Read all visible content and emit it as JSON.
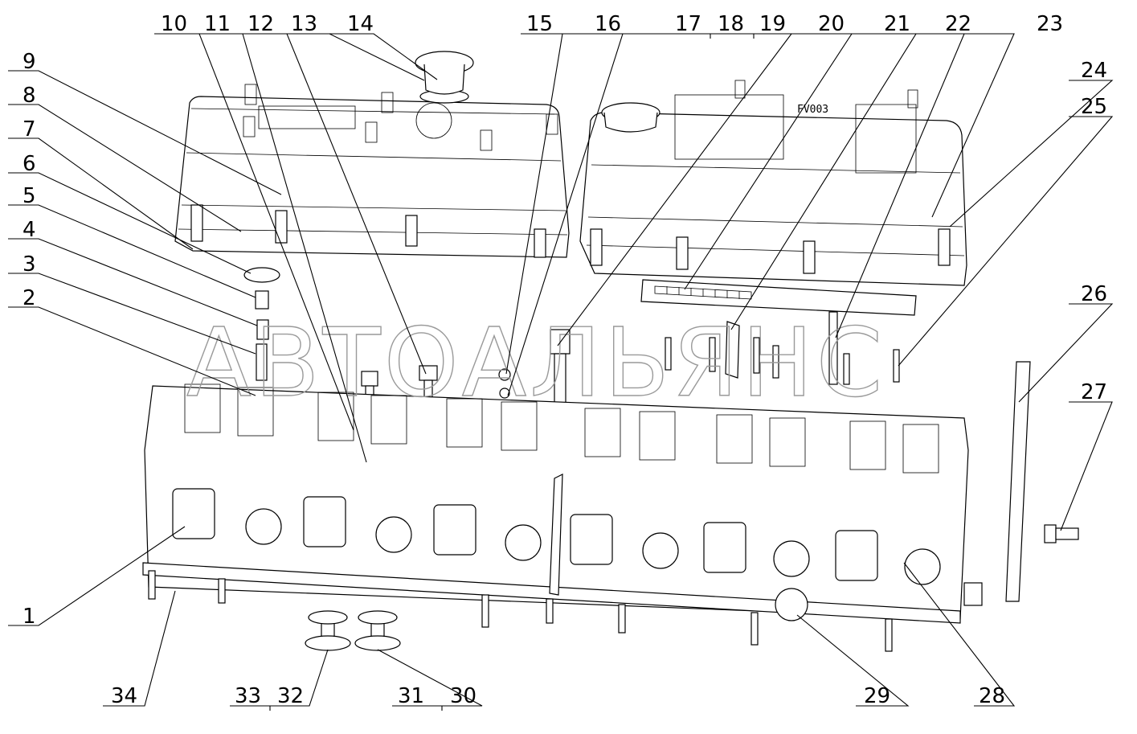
{
  "watermark": "АВТОАЛЬЯНС",
  "cover_marking": "FV003",
  "callouts": [
    {
      "id": "c1",
      "text": "1"
    },
    {
      "id": "c2",
      "text": "2"
    },
    {
      "id": "c3",
      "text": "3"
    },
    {
      "id": "c4",
      "text": "4"
    },
    {
      "id": "c5",
      "text": "5"
    },
    {
      "id": "c6",
      "text": "6"
    },
    {
      "id": "c7",
      "text": "7"
    },
    {
      "id": "c8",
      "text": "8"
    },
    {
      "id": "c9",
      "text": "9"
    },
    {
      "id": "c10",
      "text": "10"
    },
    {
      "id": "c11",
      "text": "11"
    },
    {
      "id": "c12",
      "text": "12"
    },
    {
      "id": "c13",
      "text": "13"
    },
    {
      "id": "c14",
      "text": "14"
    },
    {
      "id": "c15",
      "text": "15"
    },
    {
      "id": "c16",
      "text": "16"
    },
    {
      "id": "c17",
      "text": "17"
    },
    {
      "id": "c18",
      "text": "18"
    },
    {
      "id": "c19",
      "text": "19"
    },
    {
      "id": "c20",
      "text": "20"
    },
    {
      "id": "c21",
      "text": "21"
    },
    {
      "id": "c22",
      "text": "22"
    },
    {
      "id": "c23",
      "text": "23"
    },
    {
      "id": "c24",
      "text": "24"
    },
    {
      "id": "c25",
      "text": "25"
    },
    {
      "id": "c26",
      "text": "26"
    },
    {
      "id": "c27",
      "text": "27"
    },
    {
      "id": "c28",
      "text": "28"
    },
    {
      "id": "c29",
      "text": "29"
    },
    {
      "id": "c30",
      "text": "30"
    },
    {
      "id": "c31",
      "text": "31"
    },
    {
      "id": "c32",
      "text": "32"
    },
    {
      "id": "c33",
      "text": "33"
    },
    {
      "id": "c34",
      "text": "34"
    }
  ]
}
